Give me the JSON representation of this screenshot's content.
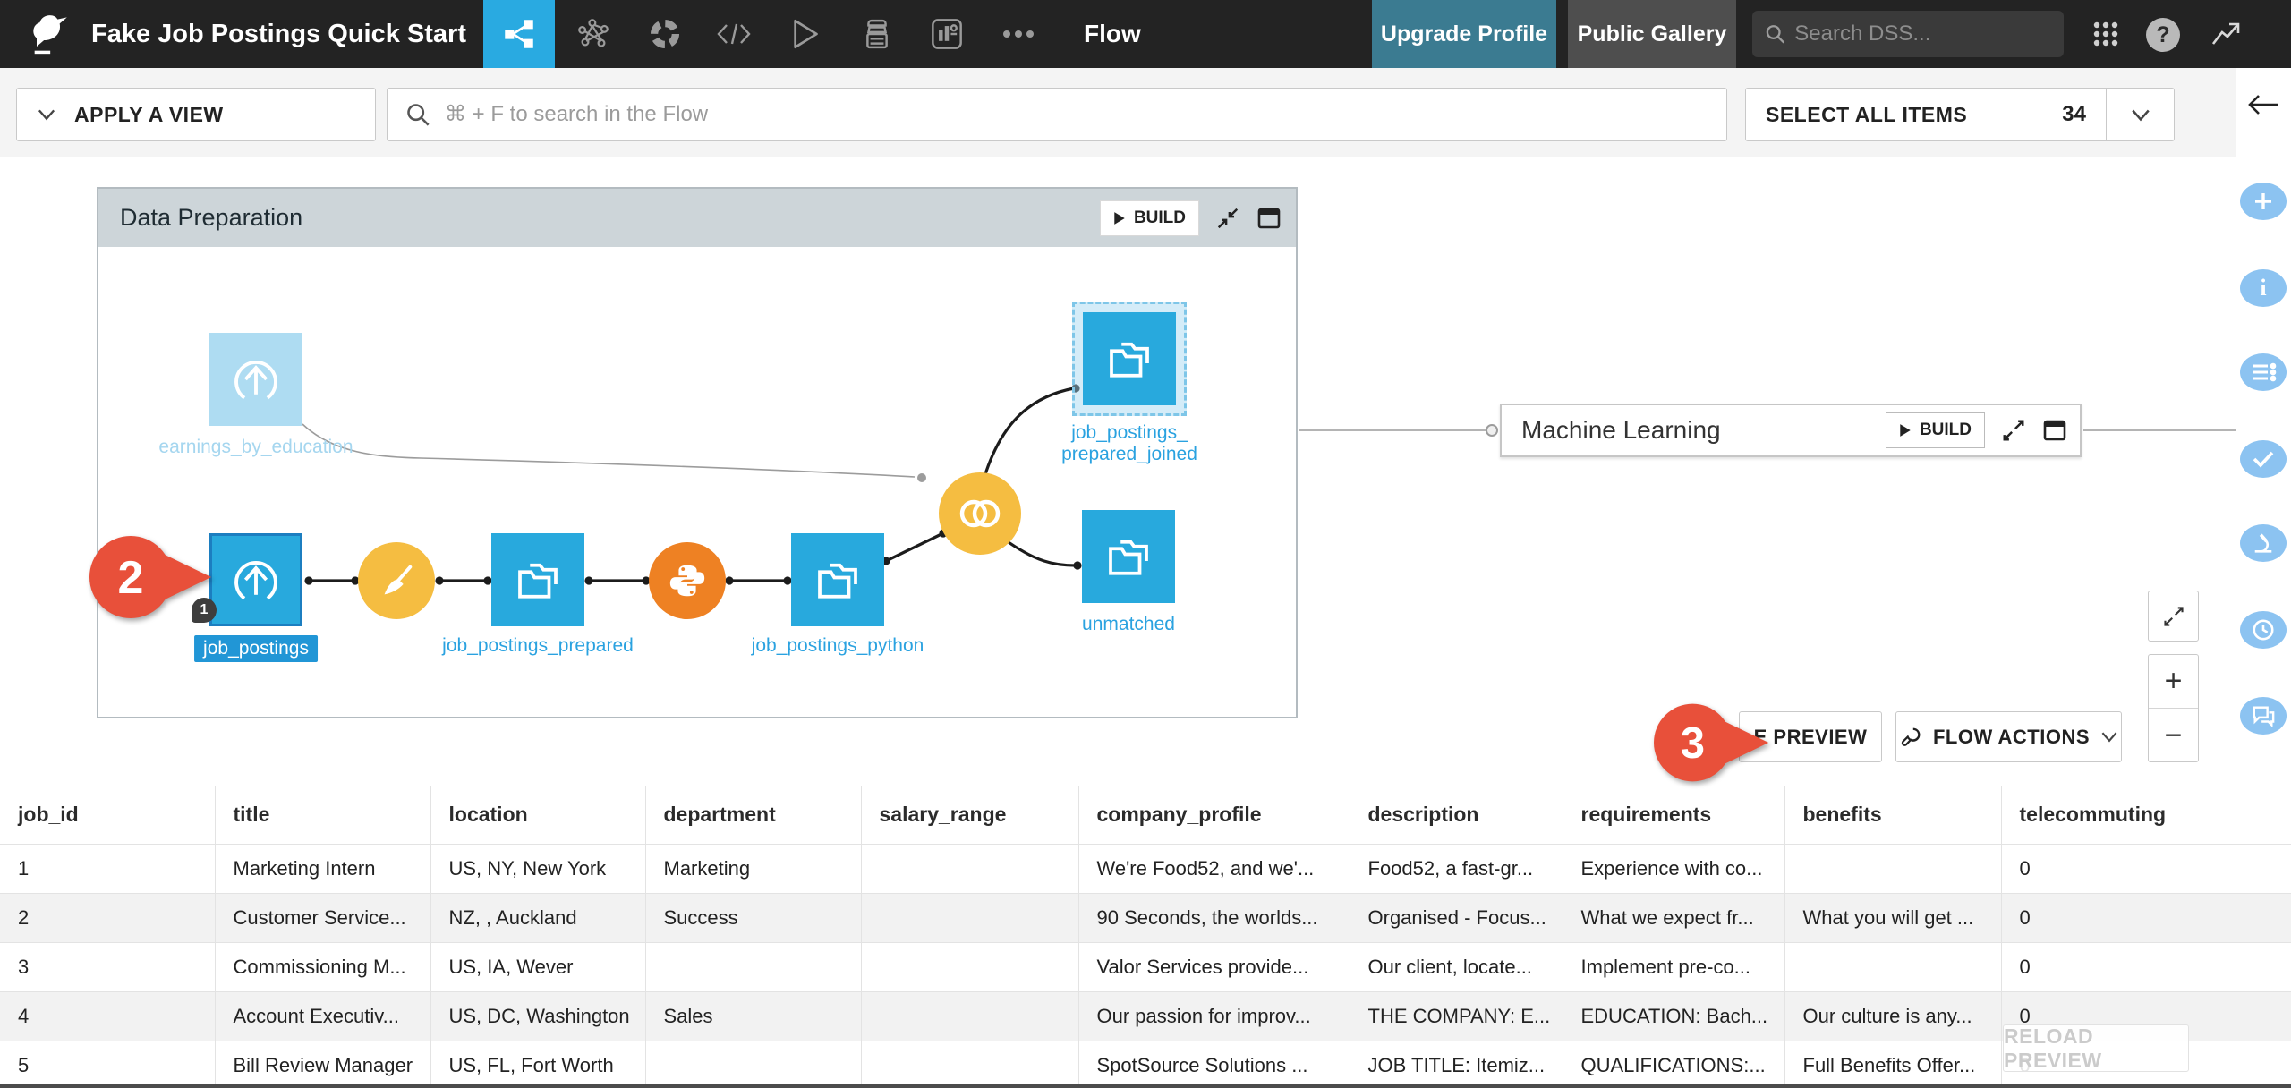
{
  "navbar": {
    "project_title": "Fake Job Postings Quick Start",
    "page_label": "Flow",
    "upgrade_label": "Upgrade Profile",
    "gallery_label": "Public Gallery",
    "search_placeholder": "Search DSS...",
    "help_glyph": "?"
  },
  "toolbar": {
    "apply_view_label": "APPLY A VIEW",
    "flow_search_placeholder": "⌘ + F to search in the Flow",
    "select_all_label": "SELECT ALL ITEMS",
    "selected_count": "34"
  },
  "flow": {
    "zones": [
      {
        "name": "Data Preparation",
        "build_label": "BUILD"
      },
      {
        "name": "Machine Learning",
        "build_label": "BUILD"
      }
    ],
    "nodes": {
      "earnings": {
        "label": "earnings_by_education"
      },
      "job_postings": {
        "label": "job_postings",
        "badge": "1"
      },
      "prepared": {
        "label": "job_postings_prepared"
      },
      "python_out": {
        "label": "job_postings_python"
      },
      "joined": {
        "label_line1": "job_postings_",
        "label_line2": "prepared_joined"
      },
      "unmatched": {
        "label": "unmatched"
      }
    },
    "annotations": {
      "marker2": "2",
      "marker3": "3"
    },
    "preview_button_label": "E PREVIEW",
    "flow_actions_label": "FLOW ACTIONS"
  },
  "table": {
    "columns": [
      "job_id",
      "title",
      "location",
      "department",
      "salary_range",
      "company_profile",
      "description",
      "requirements",
      "benefits",
      "telecommuting"
    ],
    "rows": [
      [
        "1",
        "Marketing Intern",
        "US, NY, New York",
        "Marketing",
        "",
        "We're Food52, and we'...",
        "Food52, a fast-gr...",
        "Experience with co...",
        "",
        "0"
      ],
      [
        "2",
        "Customer Service...",
        "NZ, , Auckland",
        "Success",
        "",
        "90 Seconds, the worlds...",
        "Organised - Focus...",
        "What we expect fr...",
        "What you will get ...",
        "0"
      ],
      [
        "3",
        "Commissioning M...",
        "US, IA, Wever",
        "",
        "",
        "Valor Services provide...",
        "Our client, locate...",
        "Implement pre-co...",
        "",
        "0"
      ],
      [
        "4",
        "Account Executiv...",
        "US, DC, Washington",
        "Sales",
        "",
        "Our passion for improv...",
        "THE COMPANY: E...",
        "EDUCATION: Bach...",
        "Our culture is any...",
        "0"
      ],
      [
        "5",
        "Bill Review Manager",
        "US, FL, Fort Worth",
        "",
        "",
        "SpotSource Solutions ...",
        "JOB TITLE: Itemiz...",
        "QUALIFICATIONS:...",
        "Full Benefits Offer...",
        "0"
      ]
    ]
  },
  "overlay": {
    "reload_preview_label": "RELOAD PREVIEW"
  },
  "colors": {
    "accent_blue": "#29aae1",
    "dataset_blue": "#28a9dd",
    "recipe_yellow": "#f5bd41",
    "recipe_orange": "#ee8123",
    "annotation_red": "#e8503a",
    "upgrade_teal": "#3b7b91",
    "rail_icon_blue": "#8cc3f1"
  }
}
